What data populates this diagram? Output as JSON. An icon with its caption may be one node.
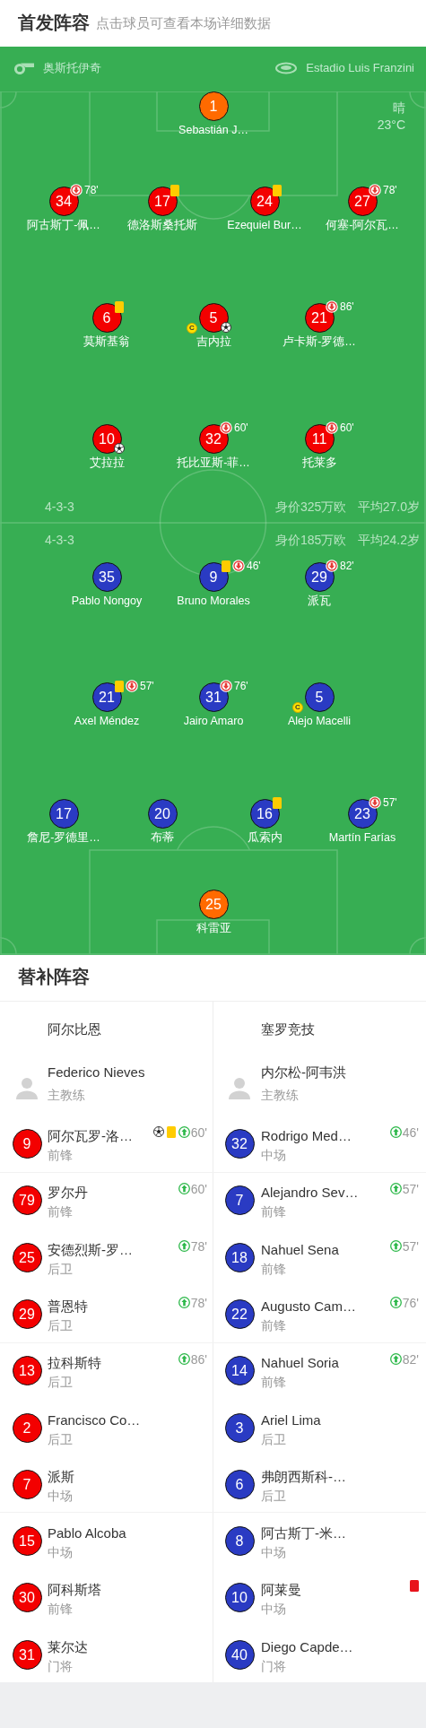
{
  "diagram": {
    "title": "首发阵容",
    "nodes": [
      {
        "text": [
          "1"
        ],
        "beside": [
          "Sebastián J…"
        ]
      },
      {
        "text": [
          "34"
        ],
        "beside": [
          "阿古斯丁-佩…",
          "78'"
        ]
      },
      {
        "text": [
          "17"
        ],
        "beside": [
          "德洛斯桑托斯"
        ]
      },
      {
        "text": [
          "24"
        ],
        "beside": [
          "Ezequiel Bur…"
        ]
      },
      {
        "text": [
          "27"
        ],
        "beside": [
          "何塞-阿尔瓦…",
          "78'"
        ]
      },
      {
        "text": [
          "6"
        ],
        "beside": [
          "莫斯基翁"
        ]
      },
      {
        "text": [
          "5"
        ],
        "beside": [
          "吉内拉",
          "C"
        ]
      },
      {
        "text": [
          "21"
        ],
        "beside": [
          "卢卡斯-罗德…",
          "86'"
        ]
      },
      {
        "text": [
          "10"
        ],
        "beside": [
          "艾拉拉"
        ]
      },
      {
        "text": [
          "32"
        ],
        "beside": [
          "托比亚斯-菲…",
          "60'"
        ]
      },
      {
        "text": [
          "11"
        ],
        "beside": [
          "托莱多",
          "60'"
        ]
      },
      {
        "text": [
          "35"
        ],
        "beside": [
          "Pablo Nongoy"
        ]
      },
      {
        "text": [
          "9"
        ],
        "beside": [
          "Bruno Morales",
          "46'"
        ]
      },
      {
        "text": [
          "29"
        ],
        "beside": [
          "派瓦",
          "82'"
        ]
      },
      {
        "text": [
          "21"
        ],
        "beside": [
          "Axel Méndez",
          "57'"
        ]
      },
      {
        "text": [
          "31"
        ],
        "beside": [
          "Jairo Amaro",
          "76'"
        ]
      },
      {
        "text": [
          "5"
        ],
        "beside": [
          "Alejo Macelli",
          "C"
        ]
      },
      {
        "text": [
          "17"
        ],
        "beside": [
          "詹尼-罗德里…"
        ]
      },
      {
        "text": [
          "20"
        ],
        "beside": [
          "布蒂"
        ]
      },
      {
        "text": [
          "16"
        ],
        "beside": [
          "瓜索内"
        ]
      },
      {
        "text": [
          "23"
        ],
        "beside": [
          "Martín Farías",
          "57'"
        ]
      },
      {
        "text": [
          "25"
        ],
        "beside": [
          "科雷亚"
        ]
      },
      {
        "text": [],
        "shape": "person",
        "beside": [
          "Federico Nieves",
          "主教练"
        ]
      },
      {
        "text": [],
        "shape": "person",
        "beside": [
          "内尔松-阿韦洪",
          "主教练"
        ]
      },
      {
        "text": [
          "9"
        ],
        "beside": [
          "阿尔瓦罗-洛…",
          "前锋"
        ]
      },
      {
        "text": [
          "32"
        ],
        "beside": [
          "Rodrigo Med…",
          "中场"
        ]
      },
      {
        "text": [
          "79"
        ],
        "beside": [
          "罗尔丹",
          "前锋"
        ]
      },
      {
        "text": [
          "7"
        ],
        "beside": [
          "Alejandro Sev…",
          "前锋"
        ]
      },
      {
        "text": [
          "25"
        ],
        "beside": [
          "安德烈斯-罗…",
          "后卫"
        ]
      },
      {
        "text": [
          "18"
        ],
        "beside": [
          "Nahuel Sena",
          "前锋"
        ]
      },
      {
        "text": [
          "29"
        ],
        "beside": [
          "普恩特",
          "后卫"
        ]
      },
      {
        "text": [
          "22"
        ],
        "beside": [
          "Augusto Cam…",
          "前锋"
        ]
      },
      {
        "text": [
          "13"
        ],
        "beside": [
          "拉科斯特",
          "后卫"
        ]
      },
      {
        "text": [
          "14"
        ],
        "beside": [
          "Nahuel Soria",
          "前锋"
        ]
      },
      {
        "text": [
          "2"
        ],
        "beside": [
          "Francisco Co…",
          "后卫"
        ]
      },
      {
        "text": [
          "3"
        ],
        "beside": [
          "Ariel Lima",
          "后卫"
        ]
      },
      {
        "text": [
          "7"
        ],
        "beside": [
          "派斯",
          "中场"
        ]
      },
      {
        "text": [
          "6"
        ],
        "beside": [
          "弗朗西斯科-…",
          "后卫"
        ]
      },
      {
        "text": [
          "15"
        ],
        "beside": [
          "Pablo Alcoba",
          "中场"
        ]
      },
      {
        "text": [
          "8"
        ],
        "beside": [
          "阿古斯丁-米…",
          "中场"
        ]
      },
      {
        "text": [
          "30"
        ],
        "beside": [
          "阿科斯塔",
          "前锋"
        ]
      },
      {
        "text": [
          "10"
        ],
        "beside": [
          "阿莱曼",
          "中场"
        ]
      },
      {
        "text": [
          "31"
        ],
        "beside": [
          "莱尔达",
          "门将"
        ]
      },
      {
        "text": [
          "40"
        ],
        "beside": [
          "Diego Capde…",
          "门将"
        ]
      }
    ],
    "labels": [
      "点击球员可查看本场详细数据",
      "奥斯托伊奇",
      "Estadio Luis Franzini",
      "晴",
      "23°C",
      "4-3-3",
      "身价325万欧",
      "平均27.0岁",
      "4-3-3",
      "身价185万欧",
      "平均24.2岁",
      "替补阵容",
      "阿尔比恩",
      "塞罗竞技",
      "60'",
      "46'",
      "60'",
      "57'",
      "78'",
      "57'",
      "78'",
      "76'",
      "86'",
      "82'"
    ]
  }
}
